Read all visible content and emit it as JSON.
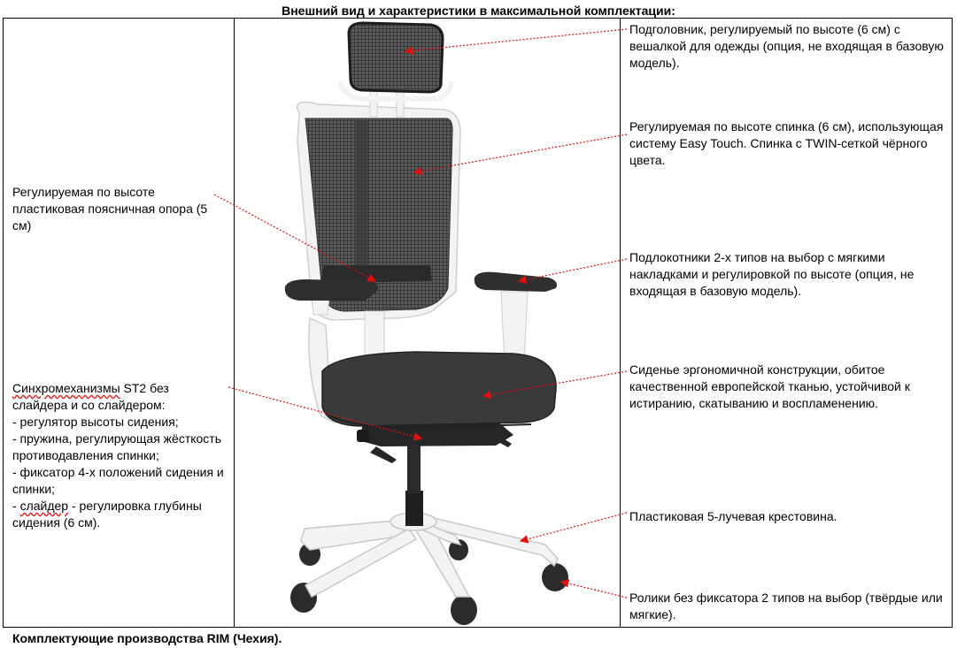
{
  "heading": "Внешний вид и характеристики в максимальной комплектации:",
  "footer": "Комплектующие производства RIM (Чехия).",
  "left_notes": {
    "lumbar": "Регулируемая по высоте пластиковая поясничная опора (5 см)",
    "mechanism": {
      "title_word": "Синхромеханизмы",
      "title_rest": " ST2 без слайдера и со слайдером:",
      "item_1": "- регулятор высоты сидения;",
      "item_2": "- пружина, регулирующая жёсткость противодавления спинки;",
      "item_3": "- фиксатор 4-х положений сидения и спинки;",
      "item_4_word": "слайдер",
      "item_4_rest": " - регулировка глубины сидения (6 см)."
    }
  },
  "right_notes": {
    "headrest": "Подголовник, регулируемый по высоте (6 см) с вешалкой для одежды (опция, не входящая в базовую модель).",
    "backrest": "Регулируемая по высоте спинка (6 см), использующая систему Easy Touch. Спинка с TWIN-сеткой чёрного цвета.",
    "armrests": "Подлокотники 2-х типов на выбор с мягкими накладками и регулировкой по высоте (опция, не входящая в базовую модель).",
    "seat": "Сиденье эргономичной конструкции, обитое качественной европейской тканью, устойчивой к истиранию, скатыванию и воспламенению.",
    "base": "Пластиковая 5-лучевая крестовина.",
    "casters": "Ролики без фиксатора 2 типов на выбор (твёрдые или мягкие)."
  },
  "colors": {
    "arrow": "#e01010",
    "frame_white": "#f3f3f3",
    "mesh": "#2a2a2a",
    "upholstery": "#3a3a3a"
  }
}
